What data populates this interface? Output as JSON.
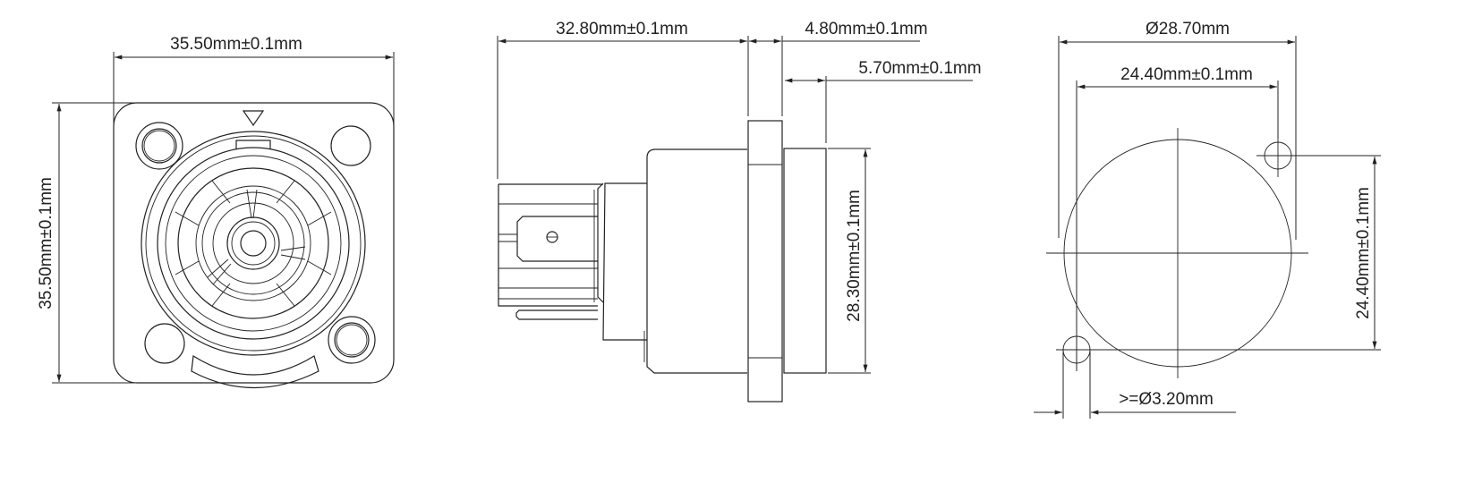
{
  "front_view": {
    "width_label": "35.50mm±0.1mm",
    "height_label": "35.50mm±0.1mm"
  },
  "side_view": {
    "length_label": "32.80mm±0.1mm",
    "flange_label": "4.80mm±0.1mm",
    "front_depth_label": "5.70mm±0.1mm",
    "body_height_label": "28.30mm±0.1mm"
  },
  "panel_cutout": {
    "diameter_label": "Ø28.70mm",
    "hole_spacing_h_label": "24.40mm±0.1mm",
    "hole_spacing_v_label": "24.40mm±0.1mm",
    "hole_diameter_label": ">=Ø3.20mm"
  },
  "colors": {
    "line": "#222222",
    "background": "#ffffff"
  }
}
